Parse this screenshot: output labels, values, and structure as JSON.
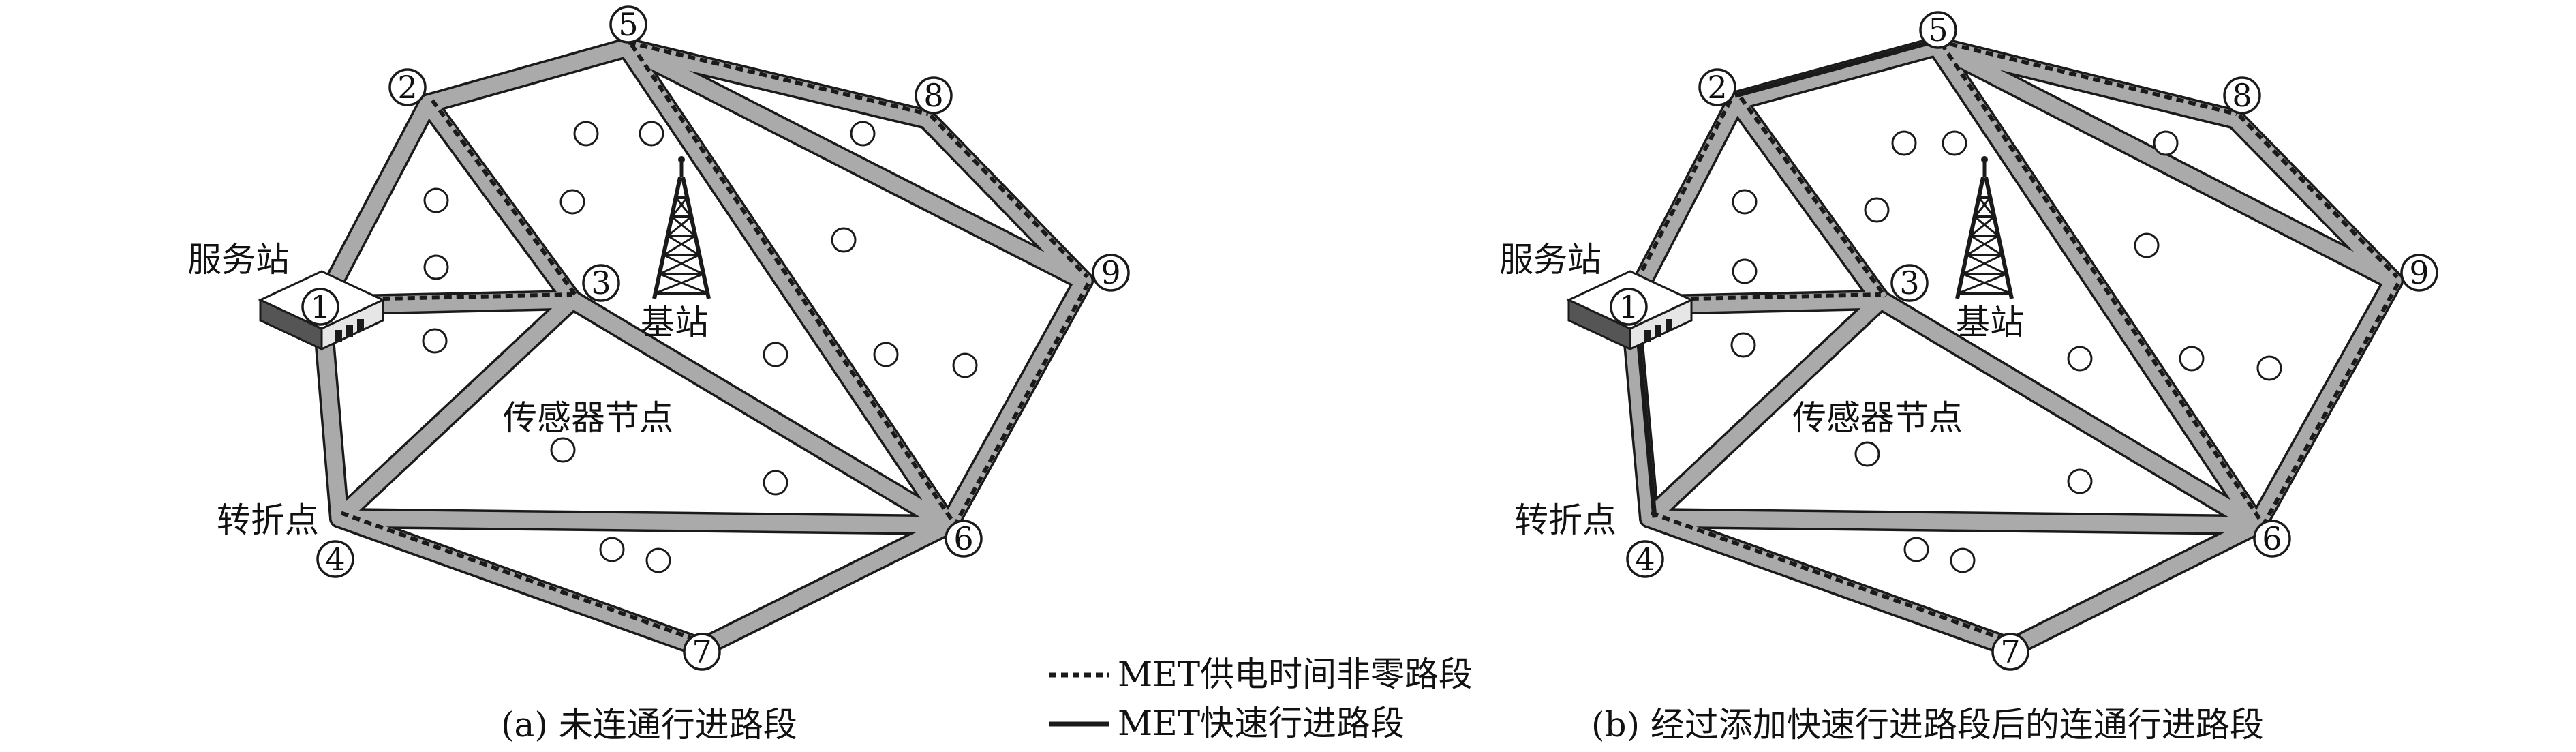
{
  "panels": [
    {
      "id": "a",
      "caption": "(a) 未连通行进路段",
      "labels": {
        "service_station": "服务站",
        "base_station": "基站",
        "sensor_node": "传感器节点",
        "turning_point": "转折点"
      },
      "nodes": [
        {
          "id": "1",
          "label": "1"
        },
        {
          "id": "2",
          "label": "2"
        },
        {
          "id": "3",
          "label": "3"
        },
        {
          "id": "4",
          "label": "4"
        },
        {
          "id": "5",
          "label": "5"
        },
        {
          "id": "6",
          "label": "6"
        },
        {
          "id": "7",
          "label": "7"
        },
        {
          "id": "8",
          "label": "8"
        },
        {
          "id": "9",
          "label": "9"
        }
      ],
      "edges": [
        [
          "1",
          "2"
        ],
        [
          "2",
          "5"
        ],
        [
          "5",
          "8"
        ],
        [
          "8",
          "9"
        ],
        [
          "9",
          "6"
        ],
        [
          "6",
          "7"
        ],
        [
          "7",
          "4"
        ],
        [
          "4",
          "1"
        ],
        [
          "2",
          "3"
        ],
        [
          "1",
          "3"
        ],
        [
          "3",
          "4"
        ],
        [
          "3",
          "6"
        ],
        [
          "4",
          "6"
        ],
        [
          "5",
          "6"
        ],
        [
          "5",
          "9"
        ]
      ],
      "met_powered_segments": [
        [
          "2",
          "3"
        ],
        [
          "1",
          "3"
        ],
        [
          "5",
          "8"
        ],
        [
          "8",
          "9"
        ],
        [
          "9",
          "6"
        ],
        [
          "5",
          "6"
        ],
        [
          "4",
          "7"
        ]
      ],
      "met_fast_segments": []
    },
    {
      "id": "b",
      "caption": "(b) 经过添加快速行进路段后的连通行进路段",
      "labels": {
        "service_station": "服务站",
        "base_station": "基站",
        "sensor_node": "传感器节点",
        "turning_point": "转折点"
      },
      "nodes": [
        {
          "id": "1",
          "label": "1"
        },
        {
          "id": "2",
          "label": "2"
        },
        {
          "id": "3",
          "label": "3"
        },
        {
          "id": "4",
          "label": "4"
        },
        {
          "id": "5",
          "label": "5"
        },
        {
          "id": "6",
          "label": "6"
        },
        {
          "id": "7",
          "label": "7"
        },
        {
          "id": "8",
          "label": "8"
        },
        {
          "id": "9",
          "label": "9"
        }
      ],
      "edges": [
        [
          "1",
          "2"
        ],
        [
          "2",
          "5"
        ],
        [
          "5",
          "8"
        ],
        [
          "8",
          "9"
        ],
        [
          "9",
          "6"
        ],
        [
          "6",
          "7"
        ],
        [
          "7",
          "4"
        ],
        [
          "4",
          "1"
        ],
        [
          "2",
          "3"
        ],
        [
          "1",
          "3"
        ],
        [
          "3",
          "4"
        ],
        [
          "3",
          "6"
        ],
        [
          "4",
          "6"
        ],
        [
          "5",
          "6"
        ],
        [
          "5",
          "9"
        ]
      ],
      "met_powered_segments": [
        [
          "1",
          "2"
        ],
        [
          "2",
          "3"
        ],
        [
          "1",
          "3"
        ],
        [
          "5",
          "8"
        ],
        [
          "8",
          "9"
        ],
        [
          "9",
          "6"
        ],
        [
          "5",
          "6"
        ],
        [
          "4",
          "7"
        ]
      ],
      "met_fast_segments": [
        [
          "2",
          "5"
        ],
        [
          "1",
          "4"
        ]
      ]
    }
  ],
  "legend": {
    "dashed": "MET供电时间非零路段",
    "solid": "MET快速行进路段"
  },
  "colors": {
    "road": "#aaaaaa",
    "outline": "#1a1a1a",
    "sensor": "#ffffff",
    "background": "#ffffff"
  }
}
